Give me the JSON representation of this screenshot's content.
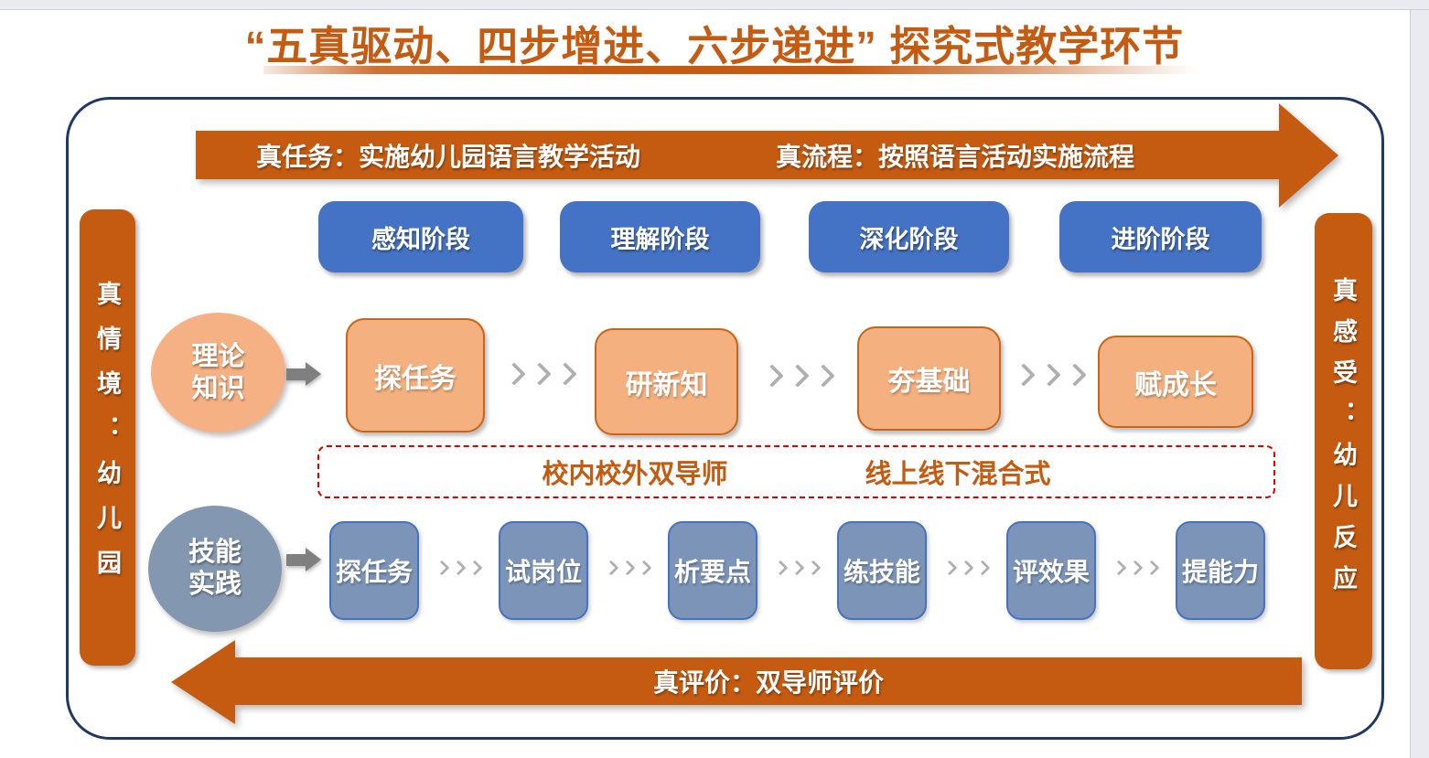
{
  "header": {
    "title": "“五真驱动、四步增进、六步递进” 探究式教学环节"
  },
  "top_arrow": {
    "task_label": "真任务：实施幼儿园语言教学活动",
    "process_label": "真流程：按照语言活动实施流程"
  },
  "left_bar": {
    "label": "真情境：幼儿园"
  },
  "right_bar": {
    "label": "真感受：幼儿反应"
  },
  "stages": [
    "感知阶段",
    "理解阶段",
    "深化阶段",
    "进阶阶段"
  ],
  "theory": {
    "circle": {
      "line1": "理论",
      "line2": "知识"
    },
    "steps": [
      "探任务",
      "研新知",
      "夯基础",
      "赋成长"
    ]
  },
  "mentor_box": {
    "left_label": "校内校外双导师",
    "right_label": "线上线下混合式"
  },
  "skills": {
    "circle": {
      "line1": "技能",
      "line2": "实践"
    },
    "steps": [
      "探任务",
      "试岗位",
      "析要点",
      "练技能",
      "评效果",
      "提能力"
    ]
  },
  "bottom_arrow": {
    "label": "真评价：双导师评价"
  },
  "colors": {
    "primary_orange": "#C55A11",
    "light_orange_fill": "#F4B07E",
    "orange_box_border": "#CC6317",
    "stage_blue": "#4472C4",
    "skill_slate_fill": "#7B94B8",
    "skill_circle_fill": "#8497B0",
    "frame_border_navy": "#1F3864",
    "dashed_red": "#E00000",
    "chevron_gray": "#AFAFAF",
    "block_arrow_gray": "#7F7F7F"
  }
}
